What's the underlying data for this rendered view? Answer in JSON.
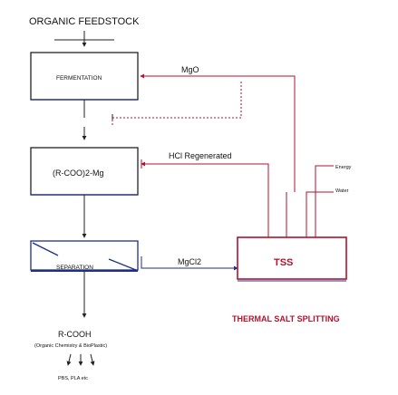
{
  "diagram": {
    "title": "ORGANIC FEEDSTOCK",
    "boxes": {
      "fermentation": "FERMENTATION",
      "magnesium_salt": "(R-COO)2-Mg",
      "separation": "SEPARATION",
      "tss": "TSS"
    },
    "flows": {
      "mgo": "MgO",
      "hcl": "HCl Regenerated",
      "mgcl2": "MgCl2",
      "energy": "Energy",
      "water": "Water"
    },
    "tss_caption": "THERMAL SALT SPLITTING",
    "product": {
      "name": "R-COOH",
      "uses": "(Organic Chemistry & BioPlastic)",
      "examples": "PBS, PLA etc"
    }
  },
  "colors": {
    "black_line": "#222222",
    "red": "#b3122e",
    "blue": "#1e2f86"
  }
}
